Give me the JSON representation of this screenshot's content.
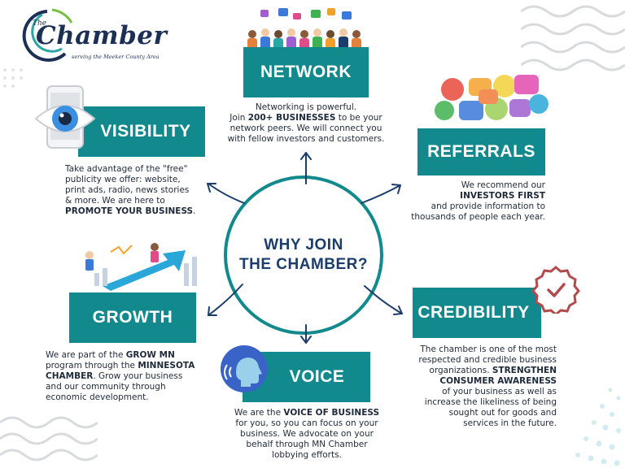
{
  "logo": {
    "word": "Chamber",
    "prefix": "The",
    "tagline": "serving the Meeker County Area"
  },
  "center": {
    "line1": "WHY JOIN",
    "line2": "THE CHAMBER?"
  },
  "network": {
    "title": "NETWORK",
    "text1": "Networking is powerful.",
    "text2a": "Join ",
    "text2b": "200+ BUSINESSES",
    "text2c": " to be your",
    "text3": "network peers. We will connect you",
    "text4": "with fellow investors and customers."
  },
  "visibility": {
    "title": "VISIBILITY",
    "text1": "Take advantage of the \"free\"",
    "text2": "publicity we offer: website,",
    "text3": "print ads, radio, news stories",
    "text4": "& more. We are here to",
    "text5": "PROMOTE YOUR BUSINESS",
    "text5b": "."
  },
  "referrals": {
    "title": "REFERRALS",
    "text1": "We recommend our",
    "text2": "INVESTORS FIRST",
    "text3": "and provide information to",
    "text4": "thousands of people each year."
  },
  "growth": {
    "title": "GROWTH",
    "text1a": "We are part of the ",
    "text1b": "GROW MN",
    "text2a": "program through the ",
    "text2b": "MINNESOTA",
    "text3a": "CHAMBER",
    "text3b": ". Grow your business",
    "text4": "and our community through",
    "text5": "economic development."
  },
  "credibility": {
    "title": "CREDIBILITY",
    "text1": "The chamber is one of the most",
    "text2": "respected and credible business",
    "text3a": "organizations. ",
    "text3b": "STRENGTHEN",
    "text4": "CONSUMER AWARENESS",
    "text5": "of your business as well as",
    "text6": "increase the likeliness of being",
    "text7": "sought out for goods and",
    "text8": "services in the future."
  },
  "voice": {
    "title": "VOICE",
    "text1a": "We are the ",
    "text1b": "VOICE OF BUSINESS",
    "text2": "for you, so you can focus on your",
    "text3": "business. We advocate on your",
    "text4": "behalf through MN Chamber",
    "text5": "lobbying efforts."
  },
  "colors": {
    "teal": "#12898c",
    "navy": "#1c3c6b",
    "badge": "#b24b4b"
  }
}
